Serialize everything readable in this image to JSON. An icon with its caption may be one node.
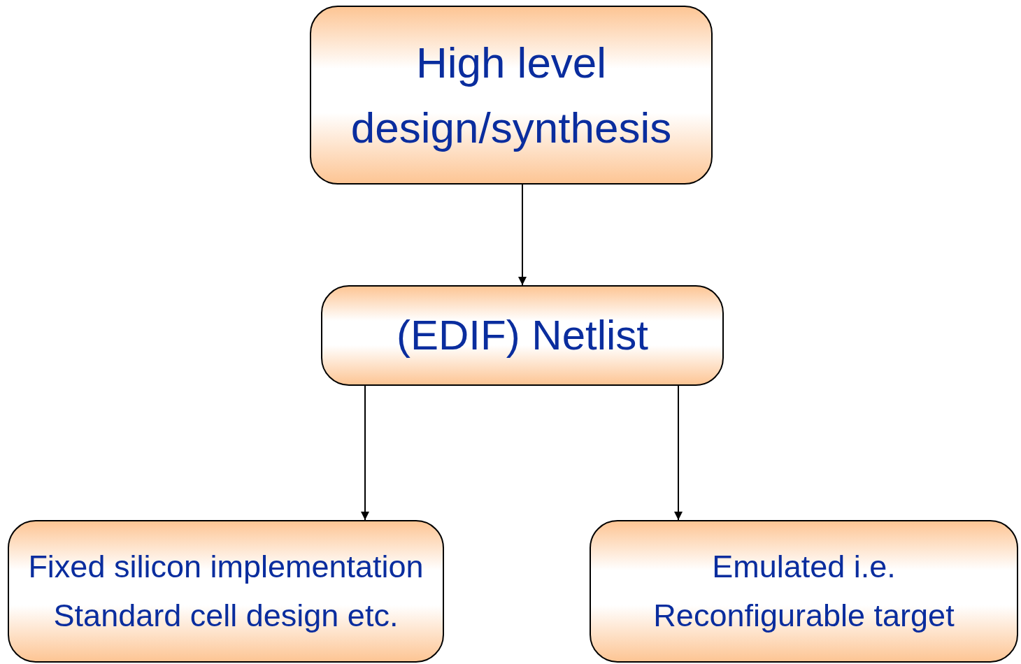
{
  "diagram": {
    "nodes": [
      {
        "text": [
          "High level design/synthesis"
        ]
      },
      {
        "text": [
          "(EDIF) Netlist"
        ]
      },
      {
        "text": [
          "Fixed silicon implementation",
          "Standard cell design etc."
        ]
      },
      {
        "text": [
          "Emulated i.e. Reconfigurable target"
        ]
      }
    ],
    "edges": [
      {
        "from": 0,
        "to": 1,
        "arrow": "to"
      },
      {
        "from": 1,
        "to": 2,
        "arrow": "to"
      },
      {
        "from": 1,
        "to": 3,
        "arrow": "to"
      }
    ]
  }
}
